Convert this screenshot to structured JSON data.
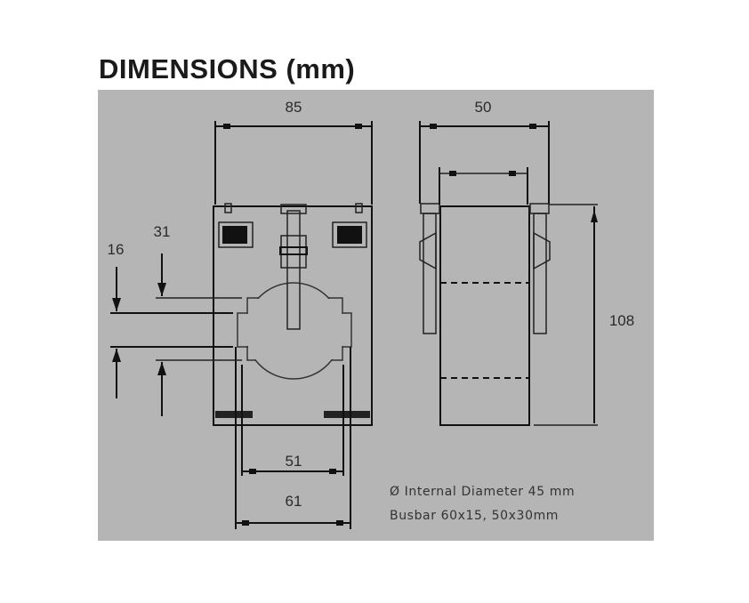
{
  "title": "DIMENSIONS (mm)",
  "dimensions": {
    "front_width": "85",
    "side_width": "50",
    "height": "108",
    "offset_16": "16",
    "offset_31": "31",
    "inner_51": "51",
    "inner_61": "61"
  },
  "notes": {
    "diameter": "Ø Internal Diameter 45 mm",
    "busbar": "Busbar 60x15, 50x30mm"
  },
  "colors": {
    "panel": "#b5b5b5",
    "body": "#ffffff",
    "aperture": "#b5b5b5"
  }
}
